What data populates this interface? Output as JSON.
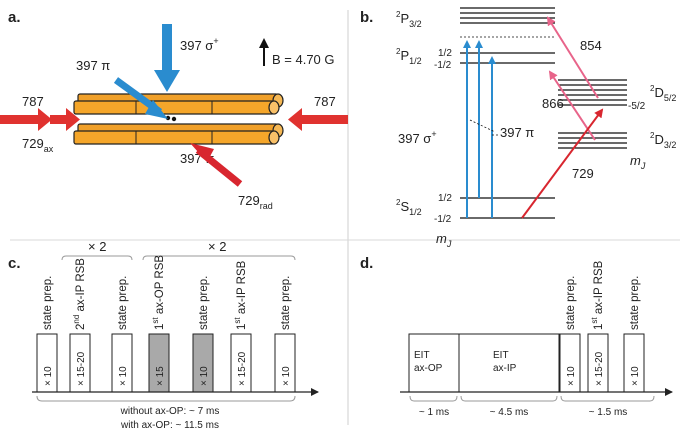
{
  "panels": {
    "a": "a.",
    "b": "b.",
    "c": "c.",
    "d": "d."
  },
  "panel_a": {
    "beam_397_sigma": "397 σ",
    "sigma_sup": "+",
    "beam_397_pi_top": "397 π",
    "beam_397_pi_bottom": "397 π",
    "field": "B = 4.70 G",
    "left_787": "787",
    "right_787": "787",
    "ax_729": "729",
    "ax_sub": "ax",
    "rad_729": "729",
    "rad_sub": "rad",
    "colors": {
      "blue": "#2a8ccf",
      "red": "#e0322f",
      "orange": "#f5a62a"
    }
  },
  "panel_b": {
    "p32": "2",
    "p32_main": "P",
    "p32_sub": "3/2",
    "p12": "2",
    "p12_main": "P",
    "p12_sub": "1/2",
    "s12": "2",
    "s12_main": "S",
    "s12_sub": "1/2",
    "d52": "2",
    "d52_main": "D",
    "d52_sub": "5/2",
    "d32": "2",
    "d32_main": "D",
    "d32_sub": "3/2",
    "p12_plus": "1/2",
    "p12_minus": "-1/2",
    "s12_plus": "1/2",
    "s12_minus": "-1/2",
    "d_minus52": "-5/2",
    "w854": "854",
    "w866": "866",
    "w729": "729",
    "w397sigma": "397 σ",
    "w397sigma_sup": "+",
    "w397pi": "397 π",
    "mj_left": "m",
    "mj_left_sub": "J",
    "mj_right": "m",
    "mj_right_sub": "J",
    "colors": {
      "blue": "#2a8ccf",
      "pink": "#e8648a",
      "red": "#d8262f"
    }
  },
  "panel_c": {
    "rep1": "× 2",
    "rep2": "× 2",
    "pulses": [
      {
        "label": "state prep.",
        "count": "× 10",
        "gray": false
      },
      {
        "label": "ax-IP RSB",
        "prefix": "2",
        "prefix_sup": "nd",
        "count": "× 15-20",
        "gray": false
      },
      {
        "label": "state prep.",
        "count": "× 10",
        "gray": false
      },
      {
        "label": "ax-OP RSB",
        "prefix": "1",
        "prefix_sup": "st",
        "count": "× 15",
        "gray": true
      },
      {
        "label": "state prep.",
        "count": "× 10",
        "gray": true
      },
      {
        "label": "ax-IP RSB",
        "prefix": "1",
        "prefix_sup": "st",
        "count": "× 15-20",
        "gray": false
      },
      {
        "label": "state prep.",
        "count": "× 10",
        "gray": false
      }
    ],
    "timing_without": "without ax-OP: ~ 7 ms",
    "timing_with": "with ax-OP: ~ 11.5 ms"
  },
  "panel_d": {
    "eit_op_l1": "EIT",
    "eit_op_l2": "ax-OP",
    "eit_ip_l1": "EIT",
    "eit_ip_l2": "ax-IP",
    "pulses": [
      {
        "label": "state prep.",
        "count": "× 10"
      },
      {
        "label": "ax-IP RSB",
        "prefix": "1",
        "prefix_sup": "st",
        "count": "× 15-20"
      },
      {
        "label": "state prep.",
        "count": "× 10"
      }
    ],
    "t1": "~ 1 ms",
    "t2": "~ 4.5 ms",
    "t3": "~ 1.5 ms"
  }
}
